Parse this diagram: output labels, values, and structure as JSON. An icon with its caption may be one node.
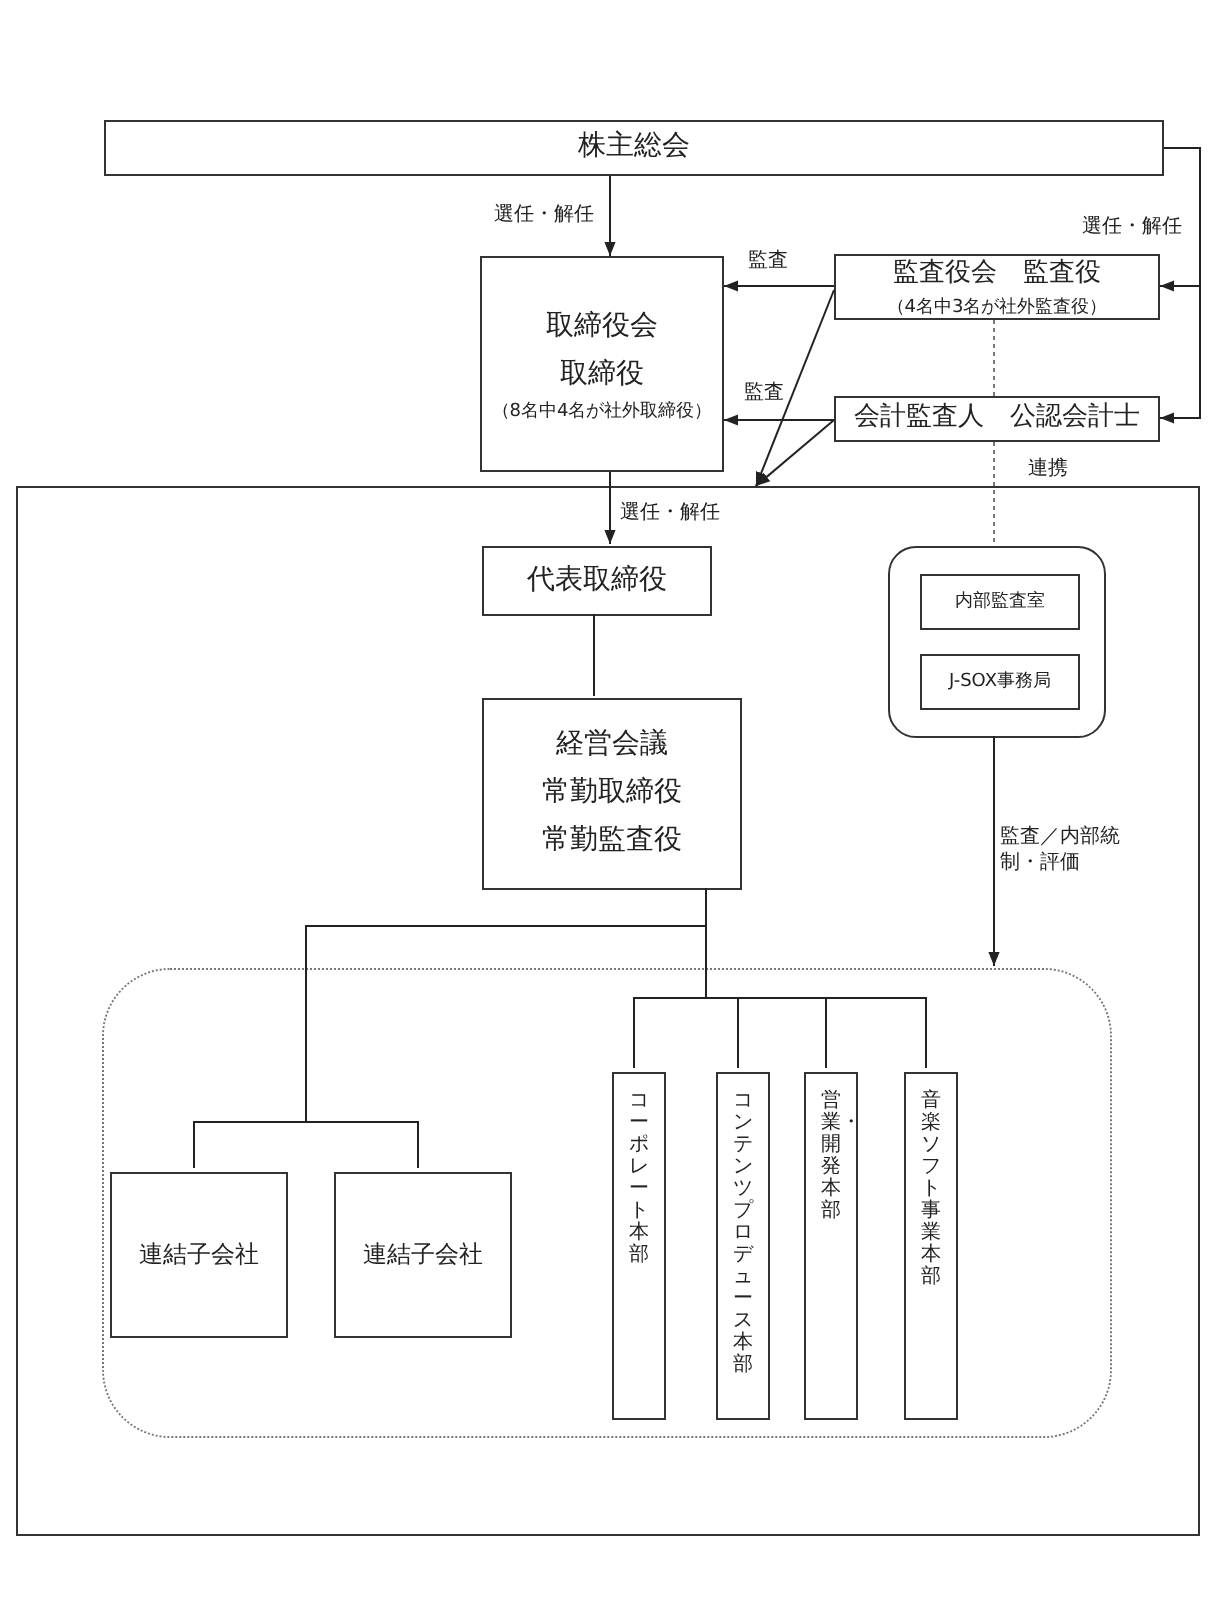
{
  "diagram": {
    "nodes": [
      {
        "text": [
          "株主総会"
        ]
      },
      {
        "text": [
          "取締役会",
          "取締役",
          "（8名中4名が社外取締役）"
        ]
      },
      {
        "text": [
          "監査役会　監査役",
          "（4名中3名が社外監査役）"
        ]
      },
      {
        "text": [
          "会計監査人　公認会計士"
        ]
      },
      {
        "text": [],
        "shape": "box"
      },
      {
        "text": [
          "代表取締役"
        ],
        "in": 4
      },
      {
        "text": [
          "経営会議",
          "常勤取締役",
          "常勤監査役"
        ],
        "in": 4
      },
      {
        "text": [],
        "shape": "box",
        "in": 4
      },
      {
        "text": [
          "内部監査室"
        ],
        "in": 7
      },
      {
        "text": [
          "J-SOX事務局"
        ],
        "in": 7
      },
      {
        "text": [],
        "shape": "box",
        "in": 4
      },
      {
        "text": [
          "連結子会社"
        ],
        "in": 10
      },
      {
        "text": [
          "連結子会社"
        ],
        "in": 10
      },
      {
        "text": [
          "コーポレート本部"
        ],
        "in": 10
      },
      {
        "text": [
          "コンテンツプロデュース本部"
        ],
        "in": 10
      },
      {
        "text": [
          "営業・開発本部"
        ],
        "in": 10
      },
      {
        "text": [
          "音楽ソフト事業本部"
        ],
        "in": 10
      }
    ],
    "edges": [
      {
        "from": 0,
        "to": 1,
        "arrow": "to",
        "label": "選任・解任"
      },
      {
        "from": 0,
        "to": 2,
        "arrow": "to",
        "label": "選任・解任"
      },
      {
        "from": 0,
        "to": 3,
        "arrow": "to"
      },
      {
        "from": 2,
        "to": 1,
        "arrow": "to",
        "label": "監査"
      },
      {
        "from": 3,
        "to": 1,
        "arrow": "to",
        "label": "監査"
      },
      {
        "from": 2,
        "to": 4,
        "arrow": "to"
      },
      {
        "from": 3,
        "to": 4,
        "arrow": "to"
      },
      {
        "from": 1,
        "to": 5,
        "arrow": "to",
        "label": "選任・解任"
      },
      {
        "from": 5,
        "to": 6,
        "arrow": "none"
      },
      {
        "from": 2,
        "to": 3,
        "arrow": "none",
        "style": "dashed"
      },
      {
        "from": 3,
        "to": 7,
        "arrow": "none",
        "style": "dashed",
        "label": "連携"
      },
      {
        "from": 7,
        "to": 10,
        "arrow": "to",
        "label": "監査／内部統制・評価"
      },
      {
        "from": 6,
        "to": 11,
        "arrow": "none"
      },
      {
        "from": 6,
        "to": 12,
        "arrow": "none"
      },
      {
        "from": 6,
        "to": 13,
        "arrow": "none"
      },
      {
        "from": 6,
        "to": 14,
        "arrow": "none"
      },
      {
        "from": 6,
        "to": 15,
        "arrow": "none"
      },
      {
        "from": 6,
        "to": 16,
        "arrow": "none"
      }
    ]
  }
}
